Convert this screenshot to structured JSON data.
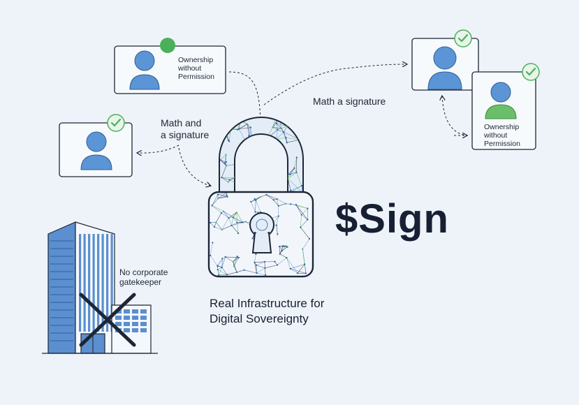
{
  "brand": {
    "name": "$Sign"
  },
  "tagline": {
    "line1": "Real Infrastructure for",
    "line2": "Digital Sovereignty"
  },
  "cards": {
    "top_left": {
      "line1": "Ownership",
      "line2": "without",
      "line3": "Permission"
    },
    "right_bottom": {
      "line1": "Ownership",
      "line2": "without",
      "line3": "Permission"
    }
  },
  "labels": {
    "math_left_1": "Math and",
    "math_left_2": "a signature",
    "math_right": "Math a signature",
    "gatekeeper_1": "No corporate",
    "gatekeeper_2": "gatekeeper"
  },
  "colors": {
    "accent_blue": "#5b95d6",
    "check_green": "#4cb05a",
    "ink": "#1d2635",
    "person_green": "#6bbf6a"
  },
  "icons": [
    "person-icon",
    "check-icon",
    "padlock-icon",
    "building-icon",
    "cross-out-icon"
  ]
}
